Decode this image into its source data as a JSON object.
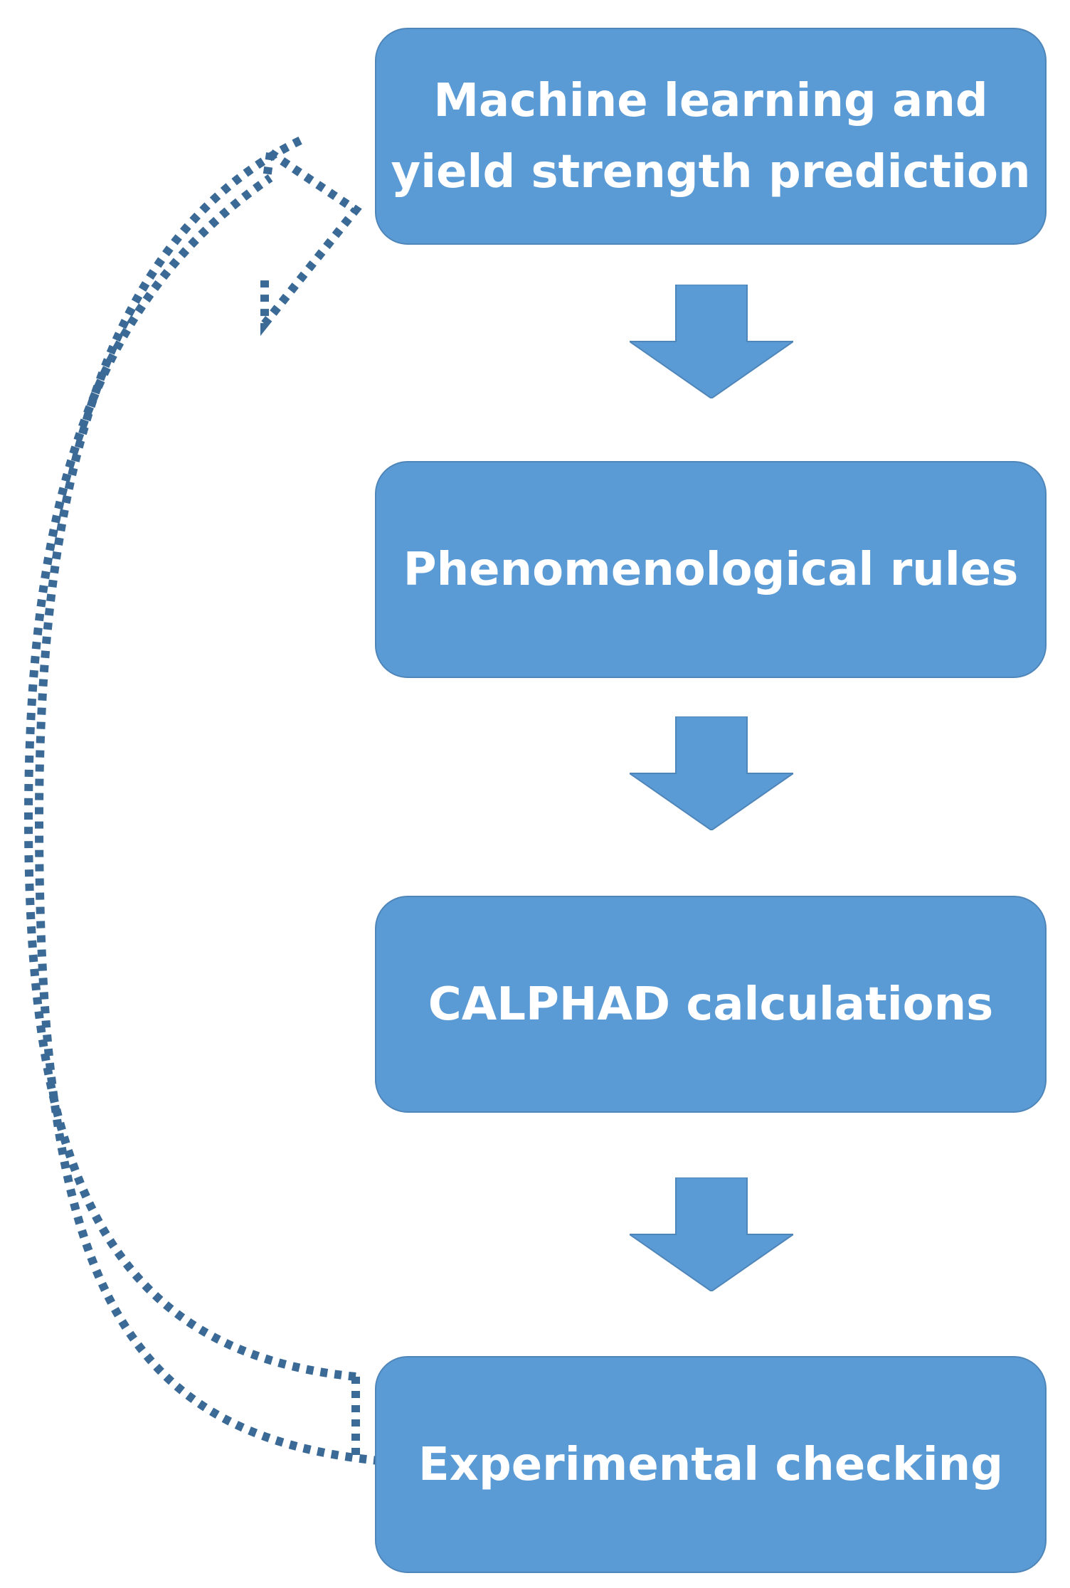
{
  "flowchart": {
    "steps": [
      {
        "label": "Machine learning and\nyield strength prediction"
      },
      {
        "label": "Phenomenological rules"
      },
      {
        "label": "CALPHAD calculations"
      },
      {
        "label": "Experimental checking"
      }
    ],
    "connector_style": "solid-block-arrow",
    "feedback_loop": {
      "from": "Experimental checking",
      "to": "Machine learning and\nyield strength prediction",
      "style": "dotted-curved-arrow"
    }
  },
  "colors": {
    "box_fill": "#5b9bd5",
    "box_border": "#4f86b9",
    "arrow_fill": "#5b9bd5",
    "feedback_stroke": "#3a6a95",
    "text": "#ffffff"
  }
}
